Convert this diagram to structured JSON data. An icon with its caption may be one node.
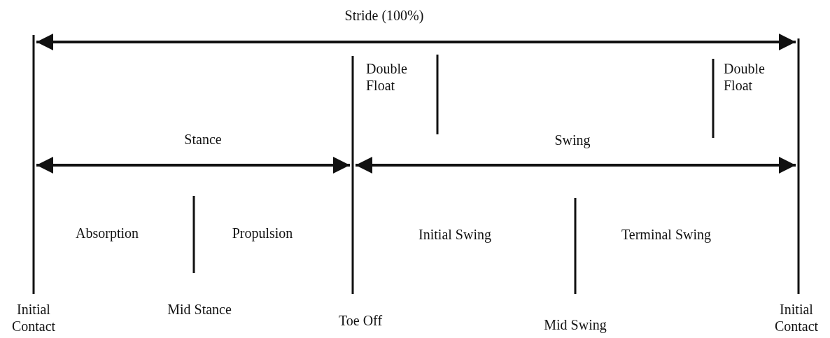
{
  "diagram": {
    "labels": [
      "Stride (100%)",
      "Double Float",
      "Double Float",
      "Stance",
      "Swing",
      "Absorption",
      "Propulsion",
      "Initial Swing",
      "Terminal Swing",
      "Initial Contact",
      "Mid Stance",
      "Toe Off",
      "Mid Swing",
      "Initial Contact"
    ]
  }
}
